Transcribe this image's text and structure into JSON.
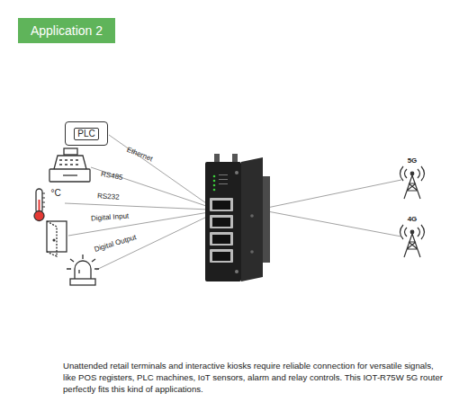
{
  "diagram": {
    "title": "Application 2",
    "caption": "Unattended retail terminals and interactive kiosks require reliable connection for versatile signals, like POS registers, PLC machines, IoT sensors, alarm and relay controls. This IOT-R75W 5G router perfectly fits this kind of applications.",
    "nodes": [
      {
        "text": [
          "PLC"
        ]
      },
      {
        "text": [
          "5G"
        ]
      },
      {
        "text": [
          "4G"
        ]
      }
    ],
    "labels": [
      "Ethernet",
      "RS485",
      "RS232",
      "Digital Input",
      "Digital Output",
      "°C"
    ]
  }
}
